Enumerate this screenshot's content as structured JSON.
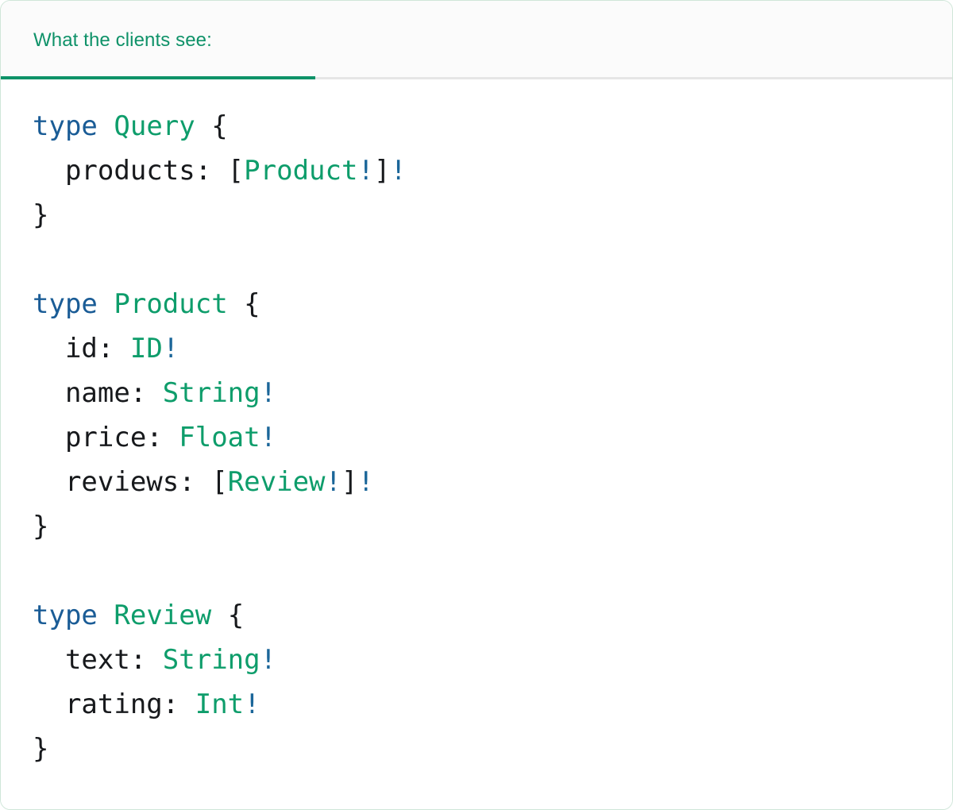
{
  "panel": {
    "accent_color": "#0d9268",
    "border_color": "#cfe6d8",
    "header_bg": "#fbfbfb",
    "body_bg": "#ffffff"
  },
  "tabs": [
    {
      "label": "What the clients see:",
      "active": true
    }
  ],
  "syntax_colors": {
    "keyword": "#1a5c96",
    "type_name": "#0e9d6b",
    "field_name": "#17191c",
    "punctuation": "#17191c",
    "non_null": "#1b6699"
  },
  "code": {
    "language": "graphql",
    "lines": [
      {
        "tokens": [
          {
            "t": "type",
            "c": "kw"
          },
          {
            "t": " ",
            "c": "punc"
          },
          {
            "t": "Query",
            "c": "tname"
          },
          {
            "t": " ",
            "c": "punc"
          },
          {
            "t": "{",
            "c": "punc"
          }
        ]
      },
      {
        "tokens": [
          {
            "t": "  ",
            "c": "punc"
          },
          {
            "t": "products:",
            "c": "fld"
          },
          {
            "t": " ",
            "c": "punc"
          },
          {
            "t": "[",
            "c": "punc"
          },
          {
            "t": "Product",
            "c": "tname"
          },
          {
            "t": "!",
            "c": "bang"
          },
          {
            "t": "]",
            "c": "punc"
          },
          {
            "t": "!",
            "c": "bang"
          }
        ]
      },
      {
        "tokens": [
          {
            "t": "}",
            "c": "punc"
          }
        ]
      },
      {
        "tokens": []
      },
      {
        "tokens": [
          {
            "t": "type",
            "c": "kw"
          },
          {
            "t": " ",
            "c": "punc"
          },
          {
            "t": "Product",
            "c": "tname"
          },
          {
            "t": " ",
            "c": "punc"
          },
          {
            "t": "{",
            "c": "punc"
          }
        ]
      },
      {
        "tokens": [
          {
            "t": "  ",
            "c": "punc"
          },
          {
            "t": "id:",
            "c": "fld"
          },
          {
            "t": " ",
            "c": "punc"
          },
          {
            "t": "ID",
            "c": "tname"
          },
          {
            "t": "!",
            "c": "bang"
          }
        ]
      },
      {
        "tokens": [
          {
            "t": "  ",
            "c": "punc"
          },
          {
            "t": "name:",
            "c": "fld"
          },
          {
            "t": " ",
            "c": "punc"
          },
          {
            "t": "String",
            "c": "tname"
          },
          {
            "t": "!",
            "c": "bang"
          }
        ]
      },
      {
        "tokens": [
          {
            "t": "  ",
            "c": "punc"
          },
          {
            "t": "price:",
            "c": "fld"
          },
          {
            "t": " ",
            "c": "punc"
          },
          {
            "t": "Float",
            "c": "tname"
          },
          {
            "t": "!",
            "c": "bang"
          }
        ]
      },
      {
        "tokens": [
          {
            "t": "  ",
            "c": "punc"
          },
          {
            "t": "reviews:",
            "c": "fld"
          },
          {
            "t": " ",
            "c": "punc"
          },
          {
            "t": "[",
            "c": "punc"
          },
          {
            "t": "Review",
            "c": "tname"
          },
          {
            "t": "!",
            "c": "bang"
          },
          {
            "t": "]",
            "c": "punc"
          },
          {
            "t": "!",
            "c": "bang"
          }
        ]
      },
      {
        "tokens": [
          {
            "t": "}",
            "c": "punc"
          }
        ]
      },
      {
        "tokens": []
      },
      {
        "tokens": [
          {
            "t": "type",
            "c": "kw"
          },
          {
            "t": " ",
            "c": "punc"
          },
          {
            "t": "Review",
            "c": "tname"
          },
          {
            "t": " ",
            "c": "punc"
          },
          {
            "t": "{",
            "c": "punc"
          }
        ]
      },
      {
        "tokens": [
          {
            "t": "  ",
            "c": "punc"
          },
          {
            "t": "text:",
            "c": "fld"
          },
          {
            "t": " ",
            "c": "punc"
          },
          {
            "t": "String",
            "c": "tname"
          },
          {
            "t": "!",
            "c": "bang"
          }
        ]
      },
      {
        "tokens": [
          {
            "t": "  ",
            "c": "punc"
          },
          {
            "t": "rating:",
            "c": "fld"
          },
          {
            "t": " ",
            "c": "punc"
          },
          {
            "t": "Int",
            "c": "tname"
          },
          {
            "t": "!",
            "c": "bang"
          }
        ]
      },
      {
        "tokens": [
          {
            "t": "}",
            "c": "punc"
          }
        ]
      }
    ]
  }
}
